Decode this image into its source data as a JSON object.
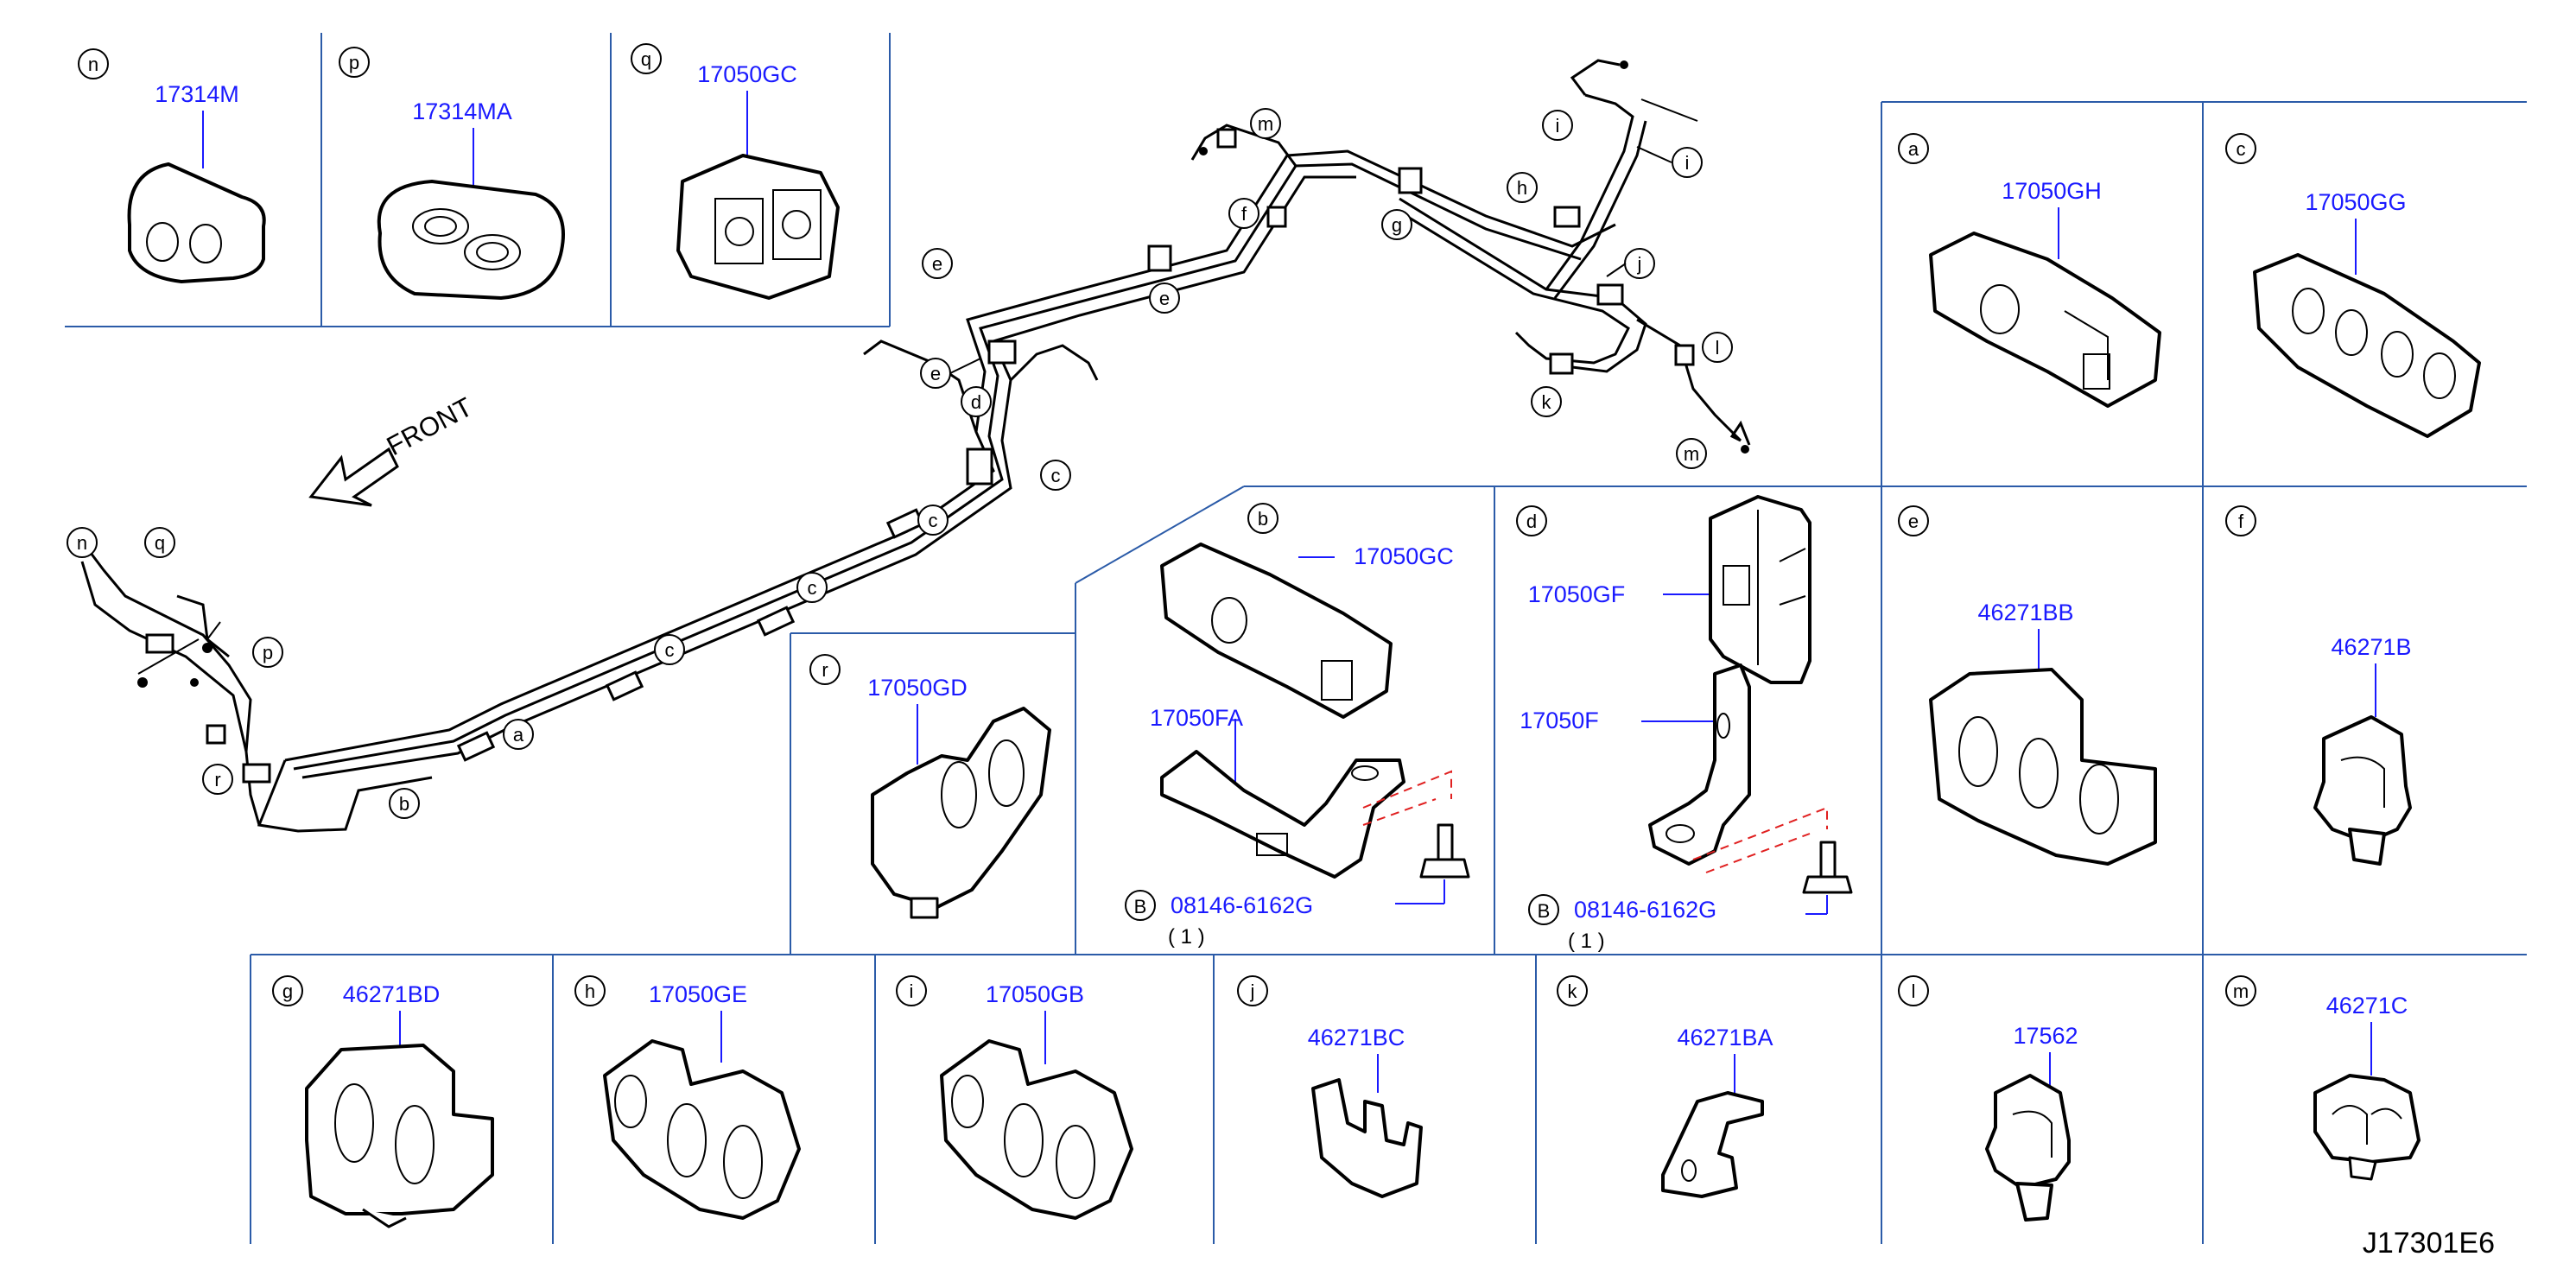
{
  "diagram_code": "J17301E6",
  "front_label": "FRONT",
  "bolt_ref_letter": "B",
  "panels": {
    "n": {
      "letter": "n",
      "part_no": "17314M"
    },
    "p": {
      "letter": "p",
      "part_no": "17314MA"
    },
    "q": {
      "letter": "q",
      "part_no": "17050GC"
    },
    "a": {
      "letter": "a",
      "part_no": "17050GH"
    },
    "c": {
      "letter": "c",
      "part_no": "17050GG"
    },
    "b": {
      "letter": "b",
      "part_no": "17050GC",
      "bracket_part_no": "17050FA",
      "bolt_part_no": "08146-6162G",
      "bolt_qty": "( 1 )"
    },
    "d": {
      "letter": "d",
      "part_no": "17050GF",
      "bracket_part_no": "17050F",
      "bolt_part_no": "08146-6162G",
      "bolt_qty": "( 1 )"
    },
    "e": {
      "letter": "e",
      "part_no": "46271BB"
    },
    "f": {
      "letter": "f",
      "part_no": "46271B"
    },
    "r": {
      "letter": "r",
      "part_no": "17050GD"
    },
    "g": {
      "letter": "g",
      "part_no": "46271BD"
    },
    "h": {
      "letter": "h",
      "part_no": "17050GE"
    },
    "i": {
      "letter": "i",
      "part_no": "17050GB"
    },
    "j": {
      "letter": "j",
      "part_no": "46271BC"
    },
    "k": {
      "letter": "k",
      "part_no": "46271BA"
    },
    "l": {
      "letter": "l",
      "part_no": "17562"
    },
    "m": {
      "letter": "m",
      "part_no": "46271C"
    }
  },
  "assembly_callouts": [
    "n",
    "q",
    "p",
    "r",
    "a",
    "b",
    "c",
    "c",
    "c",
    "c",
    "d",
    "e",
    "e",
    "e",
    "f",
    "g",
    "h",
    "i",
    "i",
    "j",
    "k",
    "l",
    "m",
    "m"
  ],
  "colors": {
    "part_number": "#1a1aff",
    "frame": "#2b5ba8",
    "bolt_guide": "#e02020"
  }
}
